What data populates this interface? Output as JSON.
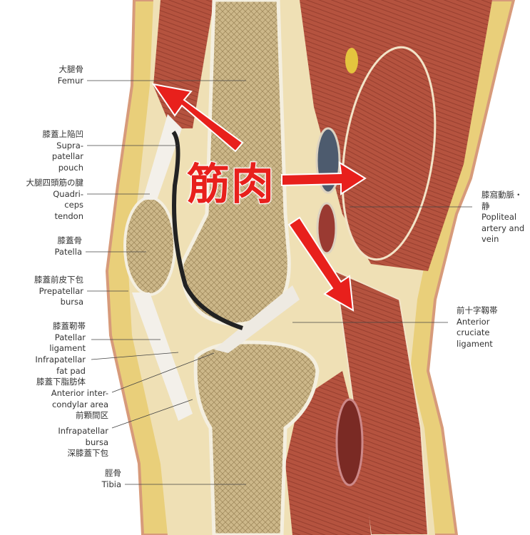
{
  "title_overlay": "筋肉",
  "labels": {
    "femur": {
      "jp": "大腿骨",
      "en": "Femur"
    },
    "suprapatellar": {
      "jp": "膝蓋上陥凹",
      "en": "Supra-\npatellar\npouch"
    },
    "quadriceps": {
      "jp": "大腿四頭筋の腱",
      "en": "Quadri-\nceps\ntendon"
    },
    "patella": {
      "jp": "膝蓋骨",
      "en": "Patella"
    },
    "prepatellar": {
      "jp": "膝蓋前皮下包",
      "en": "Prepatellar\nbursa"
    },
    "patellar_lig": {
      "jp": "膝蓋靭帯",
      "en": "Patellar\nligament"
    },
    "fatpad": {
      "en": "Infrapatellar\nfat pad",
      "jp": "膝蓋下脂肪体"
    },
    "intercondylar": {
      "en": "Anterior inter-\ncondylar area",
      "jp": "前顆間区"
    },
    "infra_bursa": {
      "en": "Infrapatellar\nbursa",
      "jp": "深膝蓋下包"
    },
    "tibia": {
      "jp": "脛骨",
      "en": "Tibia"
    },
    "popliteal": {
      "jp": "膝窩動脈・静",
      "en": "Popliteal\nartery and\nvein"
    },
    "acl": {
      "jp": "前十字靱帯",
      "en": "Anterior\ncruciate\nligament"
    }
  },
  "colors": {
    "arrow": "#e8201c",
    "muscle": "#b5533f",
    "bone": "#cdb88a",
    "fat": "#e9cf7a"
  }
}
